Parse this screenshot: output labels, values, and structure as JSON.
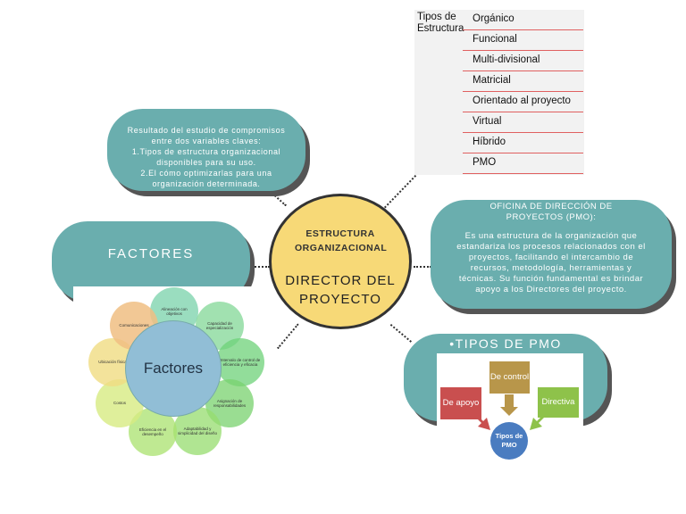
{
  "center": {
    "title": "ESTRUCTURA ORGANIZACIONAL",
    "subtitle": "DIRECTOR DEL PROYECTO"
  },
  "resultado": {
    "lines": [
      "Resultado del estudio de compromisos",
      "entre dos variables claves:",
      "1.Tipos de estructura organizacional",
      "disponibles para su uso.",
      "2.El cómo optimizarlas para una",
      "organización determinada."
    ]
  },
  "tipos_estructura": {
    "label": "Tipos de Estructura",
    "items": [
      "Orgánico",
      "Funcional",
      "Multi-divisional",
      "Matricial",
      "Orientado al proyecto",
      "Virtual",
      "Híbrido",
      "PMO"
    ]
  },
  "factores": {
    "title": "FACTORES",
    "figure": {
      "center": "Factores",
      "items": [
        "Alineación con objetivos",
        "Capacidad de especialización",
        "Intervalo de control de eficiencia y eficacia",
        "Asignación de responsabilidades",
        "Adaptabilidad y simplicidad del diseño",
        "Eficiencia en el desempeño",
        "Costos",
        "Ubicación física",
        "Comunicaciones"
      ]
    }
  },
  "pmo": {
    "title_lines": [
      "OFICINA DE DIRECCIÓN DE",
      "PROYECTOS (PMO):"
    ],
    "body_lines": [
      "Es una estructura de la organización que",
      "estandariza los procesos relacionados con el",
      "proyectos, facilitando el intercambio de",
      "recursos, metodología, herramientas y",
      "técnicas. Su función fundamental es brindar",
      "apoyo a los Directores del proyecto."
    ]
  },
  "tipos_pmo": {
    "title": "•TIPOS DE PMO",
    "figure": {
      "control": "De control",
      "apoyo": "De apoyo",
      "directiva": "Directiva",
      "center": "Tipos de PMO"
    }
  },
  "colors": {
    "pill": "#6aaeae",
    "center_fill": "#f7d977",
    "table_line": "#e06060",
    "pmo_control": "#b8964a",
    "pmo_apoyo": "#c94f4f",
    "pmo_directiva": "#8ec24a",
    "pmo_center": "#4a7cc0"
  }
}
